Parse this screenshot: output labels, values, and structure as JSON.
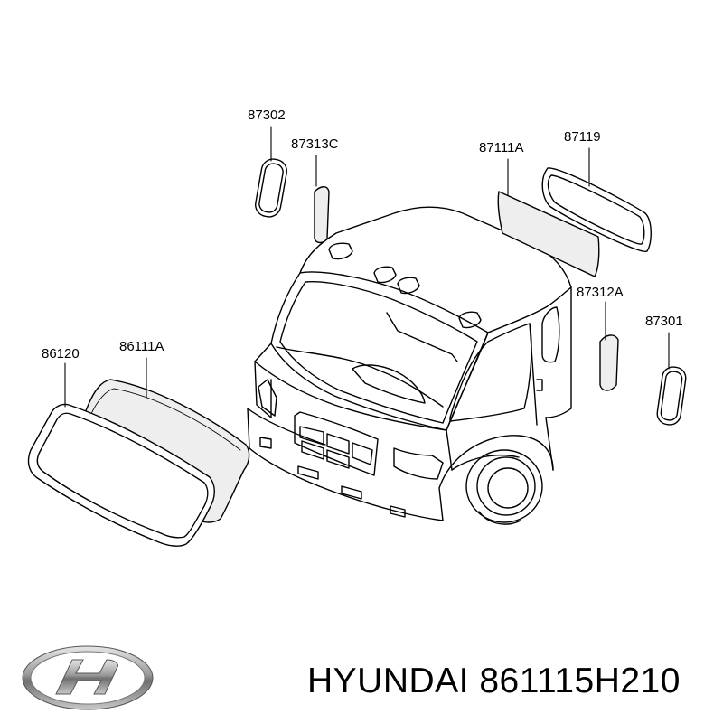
{
  "diagram": {
    "callouts": {
      "p87302": "87302",
      "p87313C": "87313C",
      "p87111A": "87111A",
      "p87119": "87119",
      "p87312A": "87312A",
      "p87301": "87301",
      "p86120": "86120",
      "p86111A": "86111A"
    },
    "line_color": "#000000",
    "glass_color": "#eeeeee"
  },
  "footer": {
    "brand_logo": "hyundai-logo",
    "caption": "HYUNDAI 861115H210"
  }
}
